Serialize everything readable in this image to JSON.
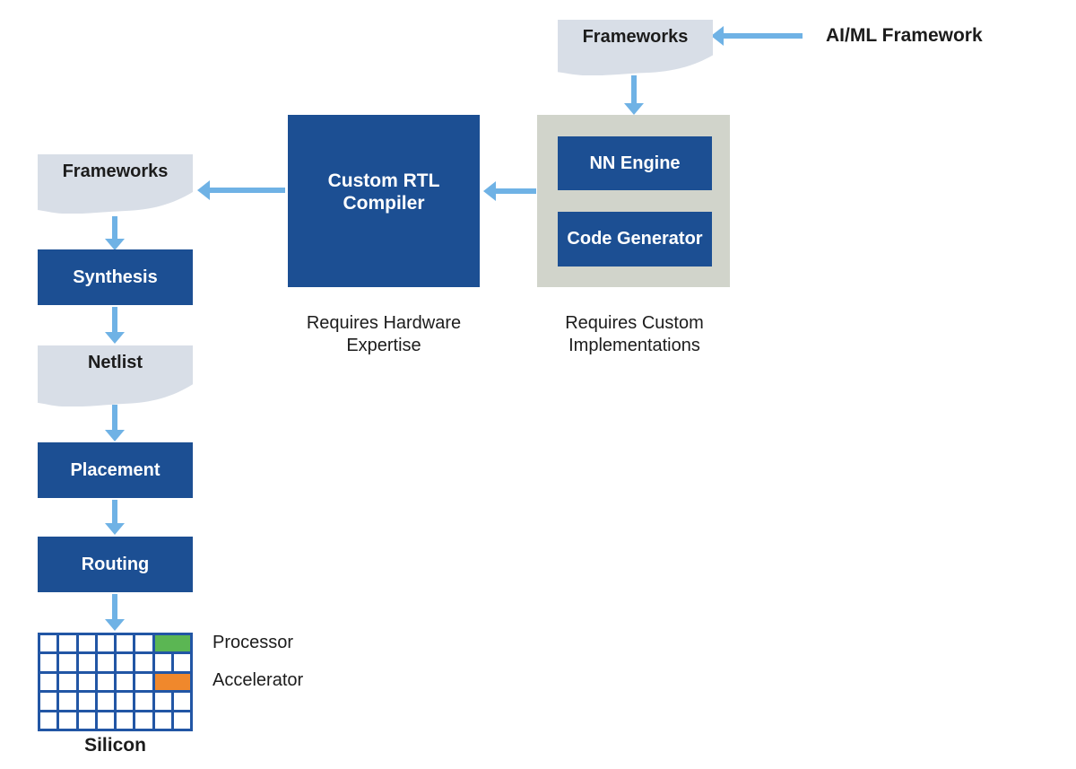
{
  "colors": {
    "box_blue": "#1C4F93",
    "arrow_blue": "#6FB2E5",
    "doc_fill": "#D8DEE7",
    "panel_gray": "#D1D4CB",
    "grid_line": "#2256A5",
    "processor_green": "#5BB653",
    "accelerator_orange": "#F0882C",
    "text_dark": "#1C1C1C"
  },
  "nodes": {
    "ai_ml_framework": "AI/ML Framework",
    "frameworks_top": "Frameworks",
    "nn_engine": "NN Engine",
    "code_generator": "Code Generator",
    "custom_rtl_compiler": {
      "line1": "Custom RTL",
      "line2": "Compiler"
    },
    "frameworks_left": "Frameworks",
    "synthesis": "Synthesis",
    "netlist": "Netlist",
    "placement": "Placement",
    "routing": "Routing",
    "silicon": "Silicon"
  },
  "captions": {
    "rtl": {
      "line1": "Requires Hardware",
      "line2": "Expertise"
    },
    "custom": {
      "line1": "Requires Custom",
      "line2": "Implementations"
    }
  },
  "legend": {
    "processor": "Processor",
    "accelerator": "Accelerator"
  },
  "silicon_grid": {
    "rows": 5,
    "cols": 8,
    "merged_cells": [
      {
        "name": "processor-cell",
        "row": 0,
        "col": 6,
        "span": 2,
        "color_key": "processor_green"
      },
      {
        "name": "accelerator-cell",
        "row": 2,
        "col": 6,
        "span": 2,
        "color_key": "accelerator_orange"
      }
    ]
  }
}
